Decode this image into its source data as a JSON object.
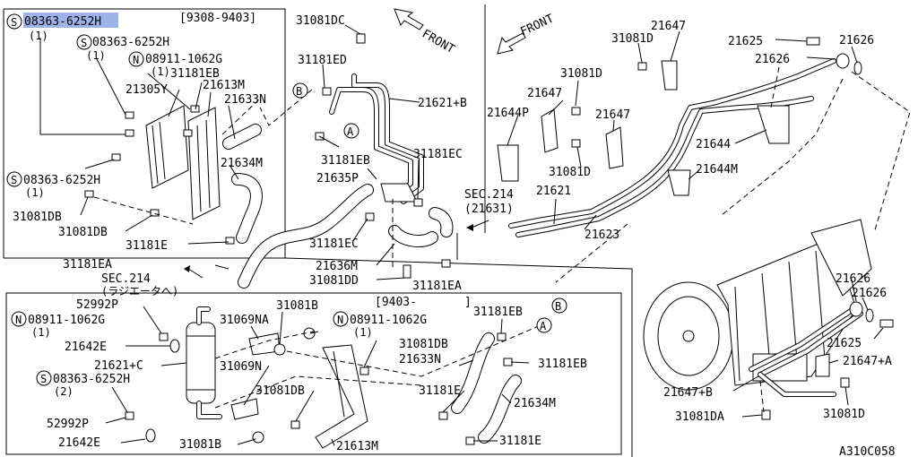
{
  "labels": {
    "top_left_s_part": "08363-6252H",
    "top_left_s_qty": "(1)",
    "date_range_a": "[9308-9403]",
    "s_part_2": "08363-6252H",
    "s_part_2_qty": "(1)",
    "n_part_1": "08911-1062G",
    "n_part_1_qty": "(1)",
    "p21305y": "21305Y",
    "p31181eb_a": "31181EB",
    "p21613m_a": "21613M",
    "p21633n_a": "21633N",
    "p21634m_a": "21634M",
    "s_part_3": "08363-6252H",
    "s_part_3_qty": "(1)",
    "p31081db_a": "31081DB",
    "p31081db_b": "31081DB",
    "p31181e_a": "31181E",
    "p31081dc": "31081DC",
    "front_a": "FRONT",
    "p31181ed": "31181ED",
    "p21621b": "21621+B",
    "p31181eb_b": "31181EB",
    "p31181ec_a": "31181EC",
    "p21635p": "21635P",
    "p31181ec_b": "31181EC",
    "p21636m": "21636M",
    "p31081dd": "31081DD",
    "p31181ea_a": "31181EA",
    "p31181ea_b": "31181EA",
    "sec214_a": "SEC.214",
    "sec214_a_sub": "(ラジエータへ)",
    "front_b": "FRONT",
    "p21647_a": "21647",
    "p31081d_a": "31081D",
    "p31081d_b": "31081D",
    "p21647_b": "21647",
    "p21644p": "21644P",
    "p21647_c": "21647",
    "p31081d_c": "31081D",
    "p21625_a": "21625",
    "p21626_a": "21626",
    "p21626_b": "21626",
    "p21644": "21644",
    "p21644m": "21644M",
    "sec214_b": "SEC.214",
    "sec214_b_sub": "(21631)",
    "p21621": "21621",
    "p21623": "21623",
    "p21626_c": "21626",
    "p21626_d": "21626",
    "p21625_b": "21625",
    "p21647a": "21647+A",
    "p21647b": "21647+B",
    "p31081da": "31081DA",
    "p31081d_d": "31081D",
    "figure_code": "A310C058",
    "p52992p_a": "52992P",
    "n_part_2": "08911-1062G",
    "n_part_2_qty": "(1)",
    "p21642e_a": "21642E",
    "p21621c": "21621+C",
    "s_part_4": "08363-6252H",
    "s_part_4_qty": "(2)",
    "p52992p_b": "52992P",
    "p21642e_b": "21642E",
    "p31069na": "31069NA",
    "p31069n": "31069N",
    "p31081b_a": "31081B",
    "p31081b_b": "31081B",
    "p31081db_c": "31081DB",
    "p31081db_d": "31081DB",
    "n_part_3": "08911-1062G",
    "n_part_3_qty": "(1)",
    "date_range_b": "[9403-",
    "date_range_b_end": "]",
    "p31181eb_c": "31181EB",
    "p21633n_b": "21633N",
    "p31181eb_d": "31181EB",
    "p31181e_b": "31181E",
    "p21634m_b": "21634M",
    "p31181e_c": "31181E",
    "p21613m_b": "21613M",
    "marker_a": "A",
    "marker_b": "B",
    "marker_s": "S",
    "marker_n": "N"
  }
}
